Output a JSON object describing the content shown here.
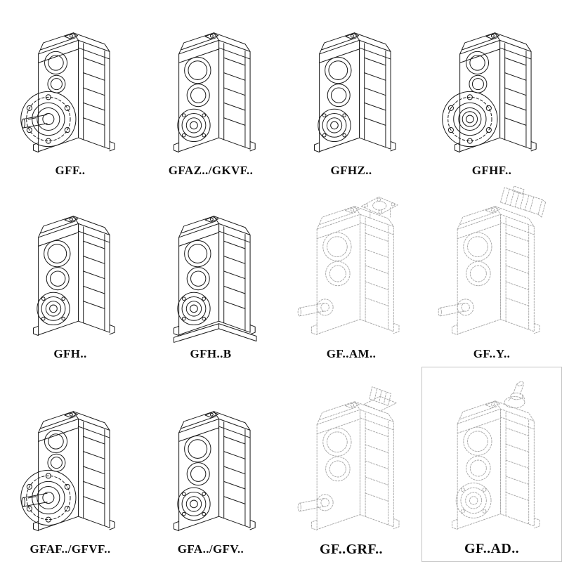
{
  "page": {
    "background": "#ffffff",
    "line_color": "#1d1d1d",
    "ghost_line_color": "#a9a9a9"
  },
  "grid": {
    "cells": [
      {
        "label": "GFF..",
        "illustration": "flange-mounted-gear-unit-solid-shaft",
        "line_style": "solid"
      },
      {
        "label": "GFAZ../GKVF..",
        "illustration": "hollow-shaft-gear-unit",
        "line_style": "solid"
      },
      {
        "label": "GFHZ..",
        "illustration": "hollow-shaft-gear-unit",
        "line_style": "solid"
      },
      {
        "label": "GFHF..",
        "illustration": "flange-mounted-hollow-shaft-gear-unit",
        "line_style": "solid"
      },
      {
        "label": "GFH..",
        "illustration": "hollow-shaft-gear-unit",
        "line_style": "solid"
      },
      {
        "label": "GFH..B",
        "illustration": "hollow-shaft-gear-unit-with-foot",
        "line_style": "solid"
      },
      {
        "label": "GF..AM..",
        "illustration": "gear-unit-with-iec-adapter",
        "line_style": "dashed"
      },
      {
        "label": "GF..Y..",
        "illustration": "gear-unit-with-mounted-motor",
        "line_style": "dashed"
      },
      {
        "label": "GFAF../GFVF..",
        "illustration": "flange-mounted-gear-unit-solid-shaft",
        "line_style": "solid"
      },
      {
        "label": "GFA../GFV..",
        "illustration": "hollow-shaft-gear-unit",
        "line_style": "solid"
      },
      {
        "label": "GF..GRF..",
        "illustration": "gear-unit-with-compact-adapter",
        "line_style": "dashed"
      },
      {
        "label": "GF..AD..",
        "illustration": "gear-unit-with-input-shaft-adapter",
        "line_style": "dashed",
        "boxed": true
      }
    ]
  }
}
